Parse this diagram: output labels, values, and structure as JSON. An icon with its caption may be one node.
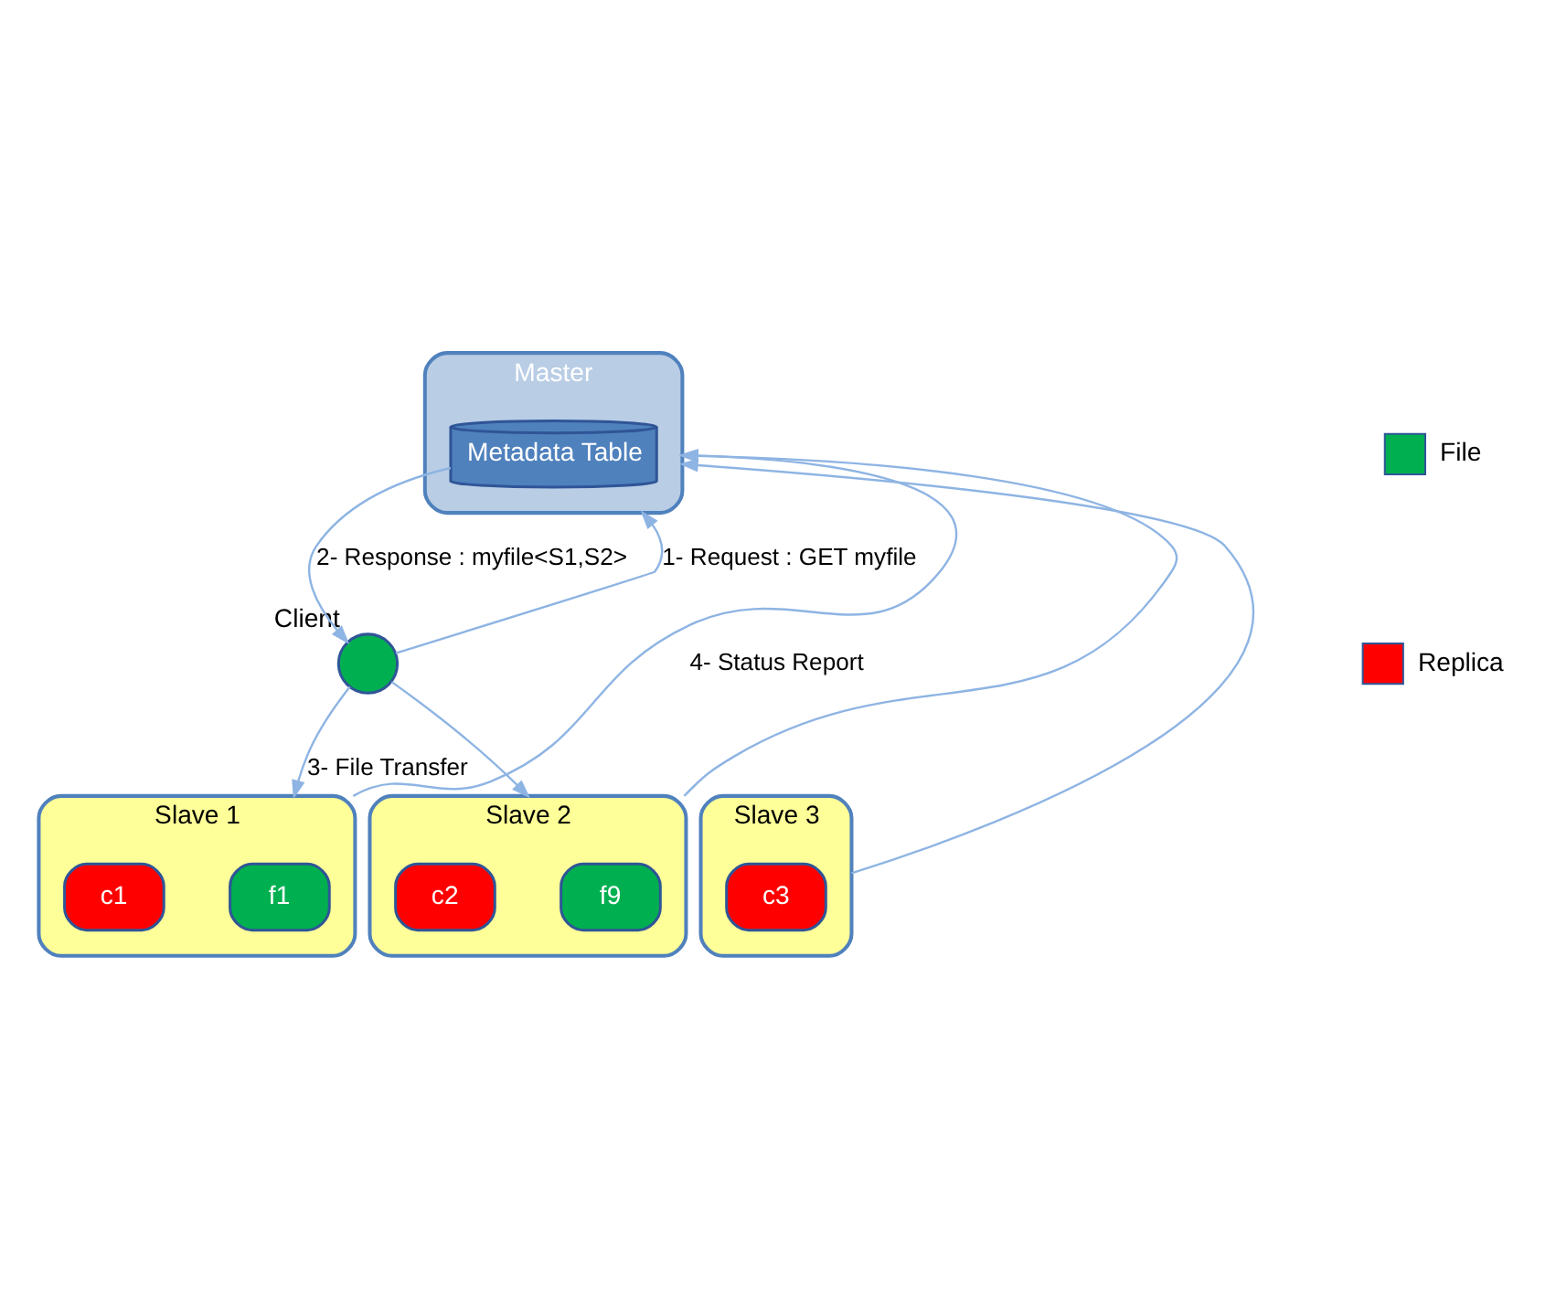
{
  "diagram": {
    "nodes": [
      {
        "text": [
          "Master"
        ]
      },
      {
        "text": [
          "Metadata Table"
        ],
        "in": 0
      },
      {
        "text": [],
        "shape": "circle",
        "beside": [
          "Client"
        ]
      },
      {
        "text": [
          "Slave 1"
        ]
      },
      {
        "text": [
          "f1"
        ],
        "in": 3
      },
      {
        "text": [
          "c1"
        ],
        "in": 3
      },
      {
        "text": [
          "Slave 2"
        ]
      },
      {
        "text": [
          "f9"
        ],
        "in": 6
      },
      {
        "text": [
          "c2"
        ],
        "in": 6
      },
      {
        "text": [
          "Slave 3"
        ]
      },
      {
        "text": [
          "c3"
        ],
        "in": 9
      }
    ],
    "edges": [
      {
        "from": 2,
        "to": 0,
        "arrow": "to",
        "label": "1- Request : GET myfile"
      },
      {
        "from": 1,
        "to": 2,
        "arrow": "to",
        "label": "2- Response : myfile<S1,S2>"
      },
      {
        "from": 2,
        "to": 3,
        "arrow": "to",
        "label": "3- File Transfer"
      },
      {
        "from": 2,
        "to": 6,
        "arrow": "to"
      },
      {
        "from": 3,
        "to": 0,
        "arrow": "to",
        "label": "4- Status Report"
      },
      {
        "from": 6,
        "to": 0,
        "arrow": "to"
      },
      {
        "from": 9,
        "to": 0,
        "arrow": "to"
      }
    ],
    "legend": [
      {
        "text": "File",
        "color": "#00b050"
      },
      {
        "text": "Replica",
        "color": "#ff0000"
      }
    ]
  }
}
